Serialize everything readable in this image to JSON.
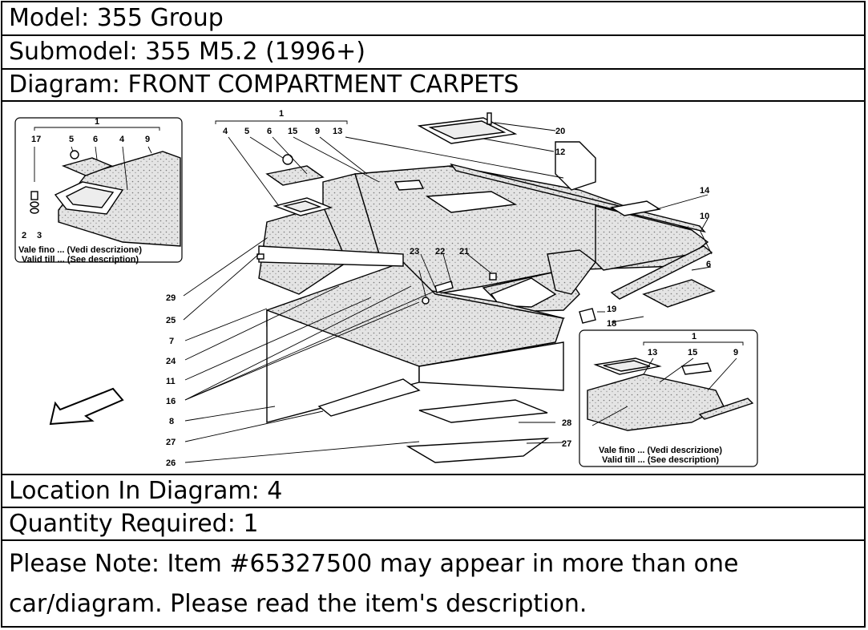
{
  "header": {
    "model": "Model: 355 Group",
    "submodel": "Submodel: 355 M5.2 (1996+)",
    "diagram": "Diagram: FRONT COMPARTMENT CARPETS"
  },
  "diagram_labels": {
    "n1": "1",
    "n2": "2",
    "n3": "3",
    "n4": "4",
    "n5": "5",
    "n6": "6",
    "n7": "7",
    "n8": "8",
    "n9": "9",
    "n10": "10",
    "n11": "11",
    "n12": "12",
    "n13": "13",
    "n14": "14",
    "n15": "15",
    "n16": "16",
    "n17": "17",
    "n18": "18",
    "n19": "19",
    "n20": "20",
    "n21": "21",
    "n22": "22",
    "n23": "23",
    "n24": "24",
    "n25": "25",
    "n26": "26",
    "n27": "27",
    "n28": "28",
    "n29": "29",
    "vale_fino": "Vale fino ... (Vedi descrizione)",
    "valid_till": "Valid till ... (See description)"
  },
  "footer": {
    "location": "Location In Diagram: 4",
    "quantity": "Quantity Required: 1",
    "note": "Please Note: Item #65327500 may appear in more than one car/diagram. Please read the item's description."
  }
}
